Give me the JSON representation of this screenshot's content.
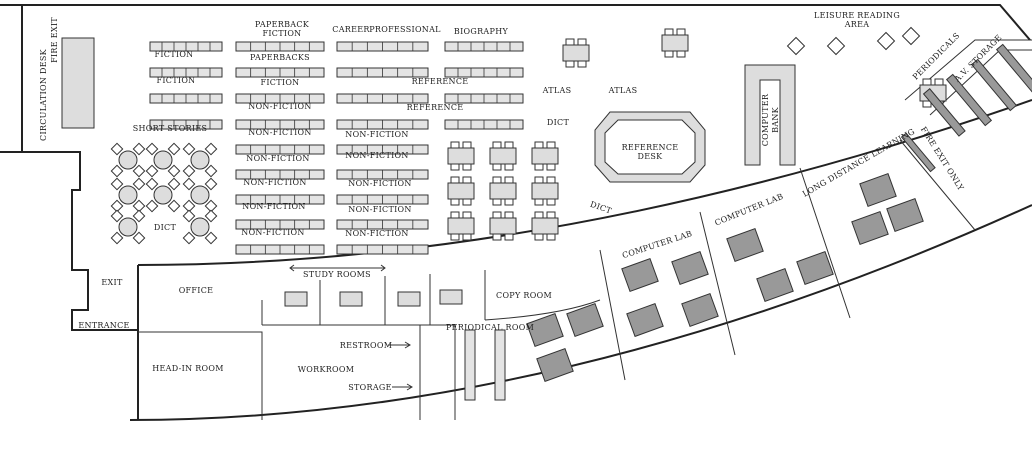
{
  "title": "Library Floor Plan",
  "labels": {
    "fire_exit": "FIRE EXIT",
    "circulation_desk": "CIRCULATION DESK",
    "paperback_fiction_1": "PAPERBACK",
    "paperback_fiction_2": "FICTION",
    "career": "CAREER",
    "professional": "PROFESSIONAL",
    "biography": "BIOGRAPHY",
    "fiction_a": "FICTION",
    "fiction_b": "FICTION",
    "short_stories": "SHORT STORIES",
    "paperbacks": "PAPERBACKS",
    "fiction_c": "FICTION",
    "non_fiction": "NON-FICTION",
    "reference": "REFERENCE",
    "dict": "DICT",
    "atlas": "ATLAS",
    "reference_desk_1": "REFERENCE",
    "reference_desk_2": "DESK",
    "computer_bank_1": "COMPUTER",
    "computer_bank_2": "BANK",
    "leisure_reading_1": "LEISURE READING",
    "leisure_reading_2": "AREA",
    "periodicals": "PERIODICALS",
    "av_storage": "A.V. STORAGE",
    "fire_exit_only": "FIRE EXIT ONLY",
    "long_distance_learning": "LONG DISTANCE LEARNING",
    "computer_lab": "COMPUTER LAB",
    "study_rooms": "STUDY ROOMS",
    "copy_room": "COPY ROOM",
    "periodical_room": "PERIODICAL ROOM",
    "office": "OFFICE",
    "exit": "EXIT",
    "entrance": "ENTRANCE",
    "head_in_room": "HEAD-IN ROOM",
    "workroom": "WORKROOM",
    "restroom": "RESTROOM",
    "storage": "STORAGE"
  }
}
